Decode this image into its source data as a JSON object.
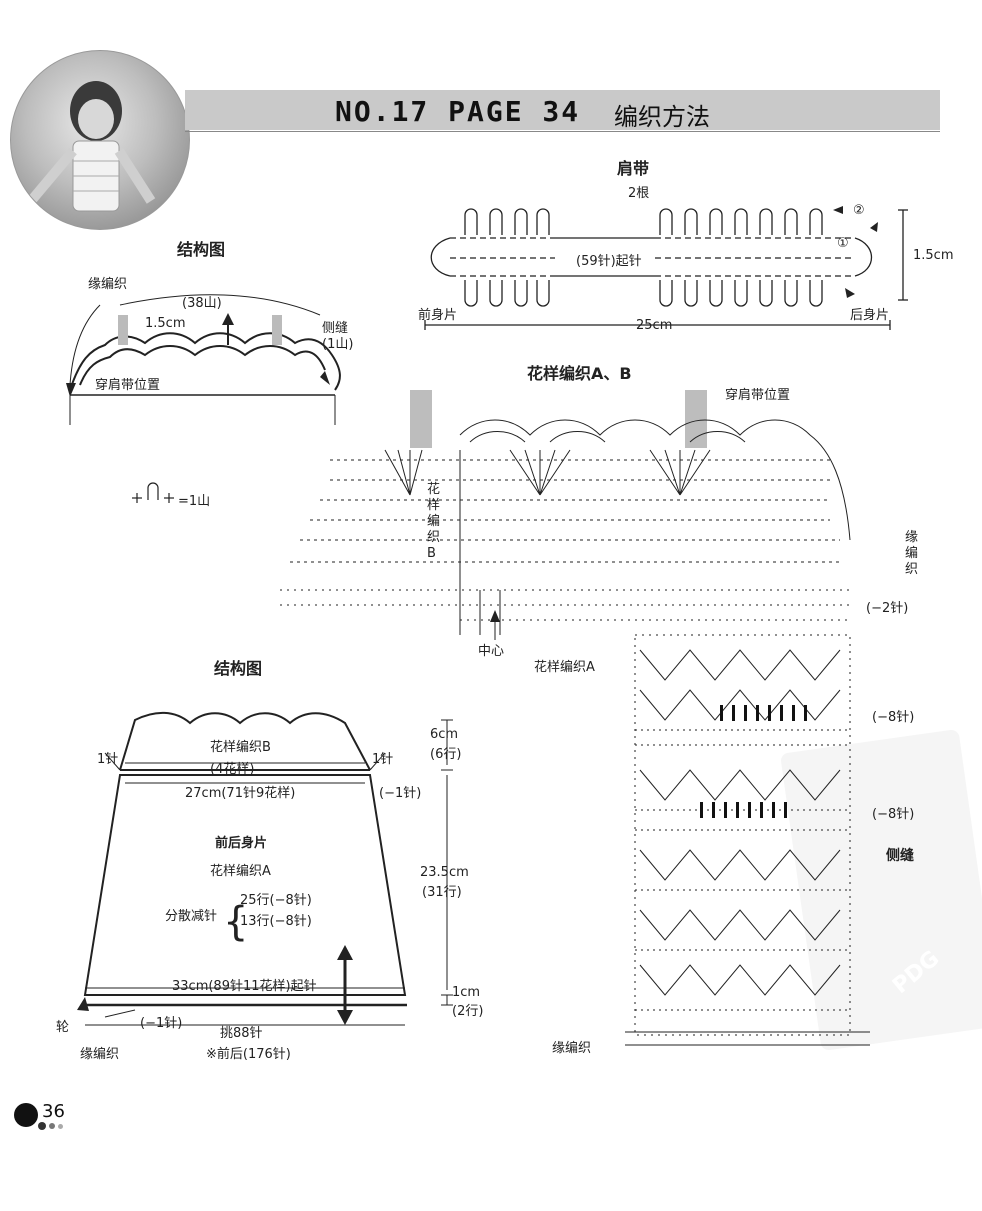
{
  "header": {
    "pattern_no": "NO.17 PAGE 34",
    "title": "编织方法"
  },
  "photo": {
    "icon": "child-photo-icon"
  },
  "strap": {
    "title": "肩带",
    "count": "2根",
    "chain": "(59针)起针",
    "front": "前身片",
    "back": "后身片",
    "width": "25cm",
    "height": "1.5cm",
    "row1": "①",
    "row2": "②"
  },
  "structure_top": {
    "title": "结构图",
    "edge": "缘编织",
    "count": "(38山)",
    "height": "1.5cm",
    "side": "侧缝",
    "side_count": "(1山)",
    "strap_pos": "穿肩带位置",
    "legend": "=1山"
  },
  "pattern_ab": {
    "title": "花样编织A、B",
    "strap_pos": "穿肩带位置",
    "pattern_b": "花样编织B",
    "center": "中心",
    "pattern_a": "花样编织A",
    "edge": "缘编织",
    "side": "侧缝",
    "dec2": "(−2针)",
    "dec8a": "(−8针)",
    "dec8b": "(−8针)",
    "bottom_edge": "缘编织"
  },
  "structure_body": {
    "title": "结构图",
    "pattern_b": "花样编织B",
    "st1_left": "1针",
    "st1_right": "1针",
    "repeats": "(4花样)",
    "width_top": "27cm(71针9花样)",
    "dec1": "(−1针)",
    "panel": "前后身片",
    "pattern_a": "花样编织A",
    "dec_label": "分散减针",
    "dec_row25": "25行(−8针)",
    "dec_row13": "13行(−8针)",
    "cast_on": "33cm(89针11花样)起针",
    "round": "轮",
    "dec_bottom": "(−1针)",
    "pickup": "挑88针",
    "edge": "缘编织",
    "note": "※前后(176针)",
    "h6": "6cm",
    "r6": "(6行)",
    "h235": "23.5cm",
    "r31": "(31行)",
    "h1": "1cm",
    "r2": "(2行)"
  },
  "footer": {
    "page": "36"
  },
  "watermark": {
    "text": "PDG"
  }
}
